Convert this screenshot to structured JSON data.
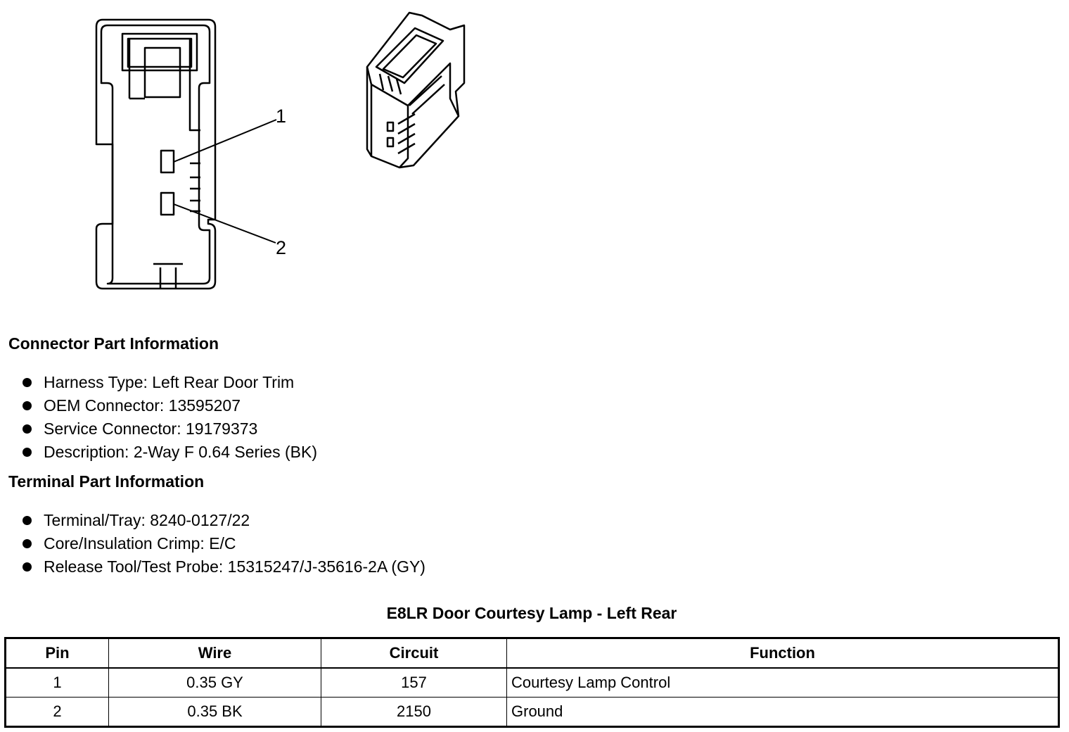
{
  "diagram": {
    "callouts": [
      "1",
      "2"
    ]
  },
  "connector_info": {
    "title": "Connector Part Information",
    "items": [
      "Harness Type: Left Rear Door Trim",
      "OEM Connector: 13595207",
      "Service Connector: 19179373",
      "Description: 2-Way F 0.64 Series (BK)"
    ]
  },
  "terminal_info": {
    "title": "Terminal Part Information",
    "items": [
      "Terminal/Tray: 8240-0127/22",
      "Core/Insulation Crimp: E/C",
      "Release Tool/Test Probe: 15315247/J-35616-2A (GY)"
    ]
  },
  "table": {
    "title": "E8LR Door Courtesy Lamp - Left Rear",
    "headers": [
      "Pin",
      "Wire",
      "Circuit",
      "Function"
    ],
    "rows": [
      [
        "1",
        "0.35 GY",
        "157",
        "Courtesy Lamp Control"
      ],
      [
        "2",
        "0.35 BK",
        "2150",
        "Ground"
      ]
    ]
  }
}
